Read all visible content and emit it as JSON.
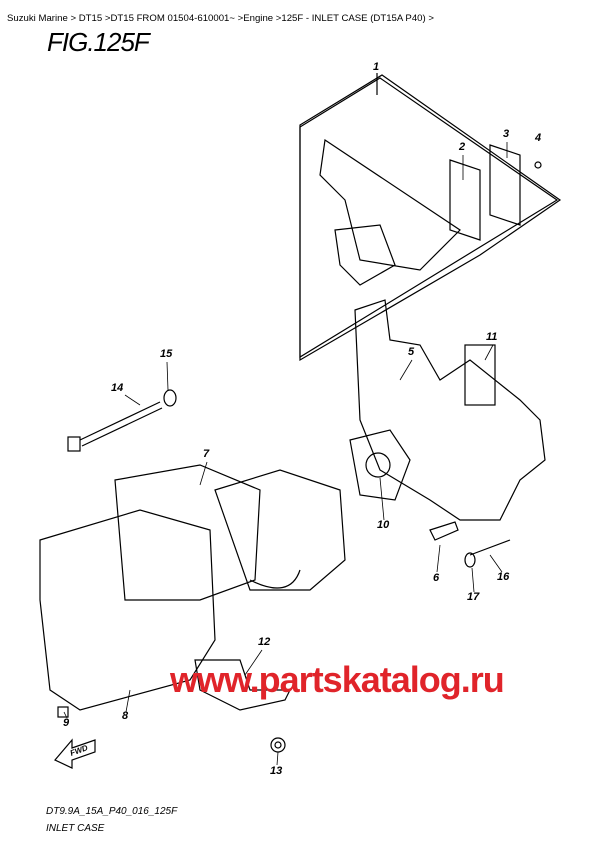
{
  "breadcrumb": "Suzuki Marine > DT15 >DT15 FROM 01504-610001~ >Engine >125F - INLET CASE (DT15A P40) >",
  "figure_title": "FIG.125F",
  "watermark": "www.partskatalog.ru",
  "diagram_code": "DT9.9A_15A_P40_016_125F",
  "caption": "INLET CASE",
  "fwd_label": "FWD",
  "callouts": [
    "1",
    "2",
    "3",
    "4",
    "5",
    "6",
    "7",
    "8",
    "9",
    "10",
    "11",
    "12",
    "13",
    "14",
    "15",
    "16",
    "17"
  ]
}
